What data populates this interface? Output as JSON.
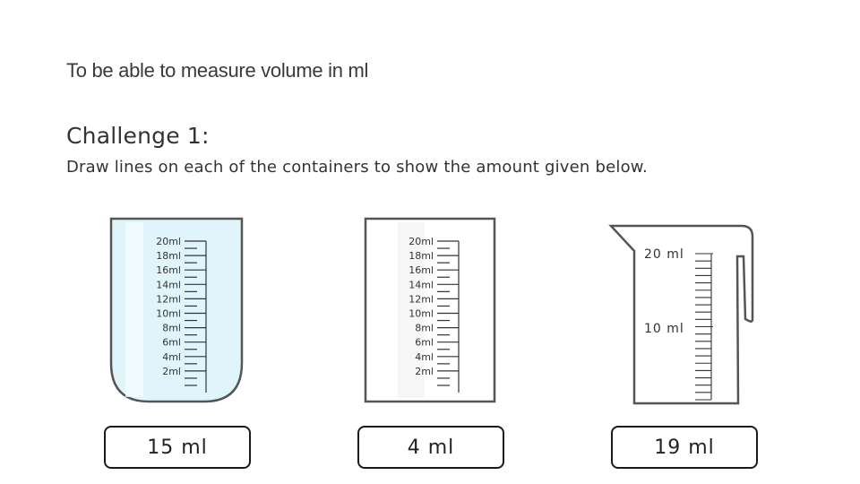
{
  "objective": "To be able to measure volume in ml",
  "challenge": {
    "title": "Challenge 1:",
    "instruction": "Draw lines on each of the containers to show the amount given below."
  },
  "containers": [
    {
      "kind": "beaker",
      "fill_color": "#dff5fb",
      "scale_labels": [
        "20ml",
        "18ml",
        "16ml",
        "14ml",
        "12ml",
        "10ml",
        "8ml",
        "6ml",
        "4ml",
        "2ml"
      ],
      "target": "15 ml"
    },
    {
      "kind": "rectangular-container",
      "scale_labels": [
        "20ml",
        "18ml",
        "16ml",
        "14ml",
        "12ml",
        "10ml",
        "8ml",
        "6ml",
        "4ml",
        "2ml"
      ],
      "target": "4 ml"
    },
    {
      "kind": "measuring-jug",
      "scale_labels": [
        "20 ml",
        "10 ml"
      ],
      "target": "19 ml"
    }
  ]
}
